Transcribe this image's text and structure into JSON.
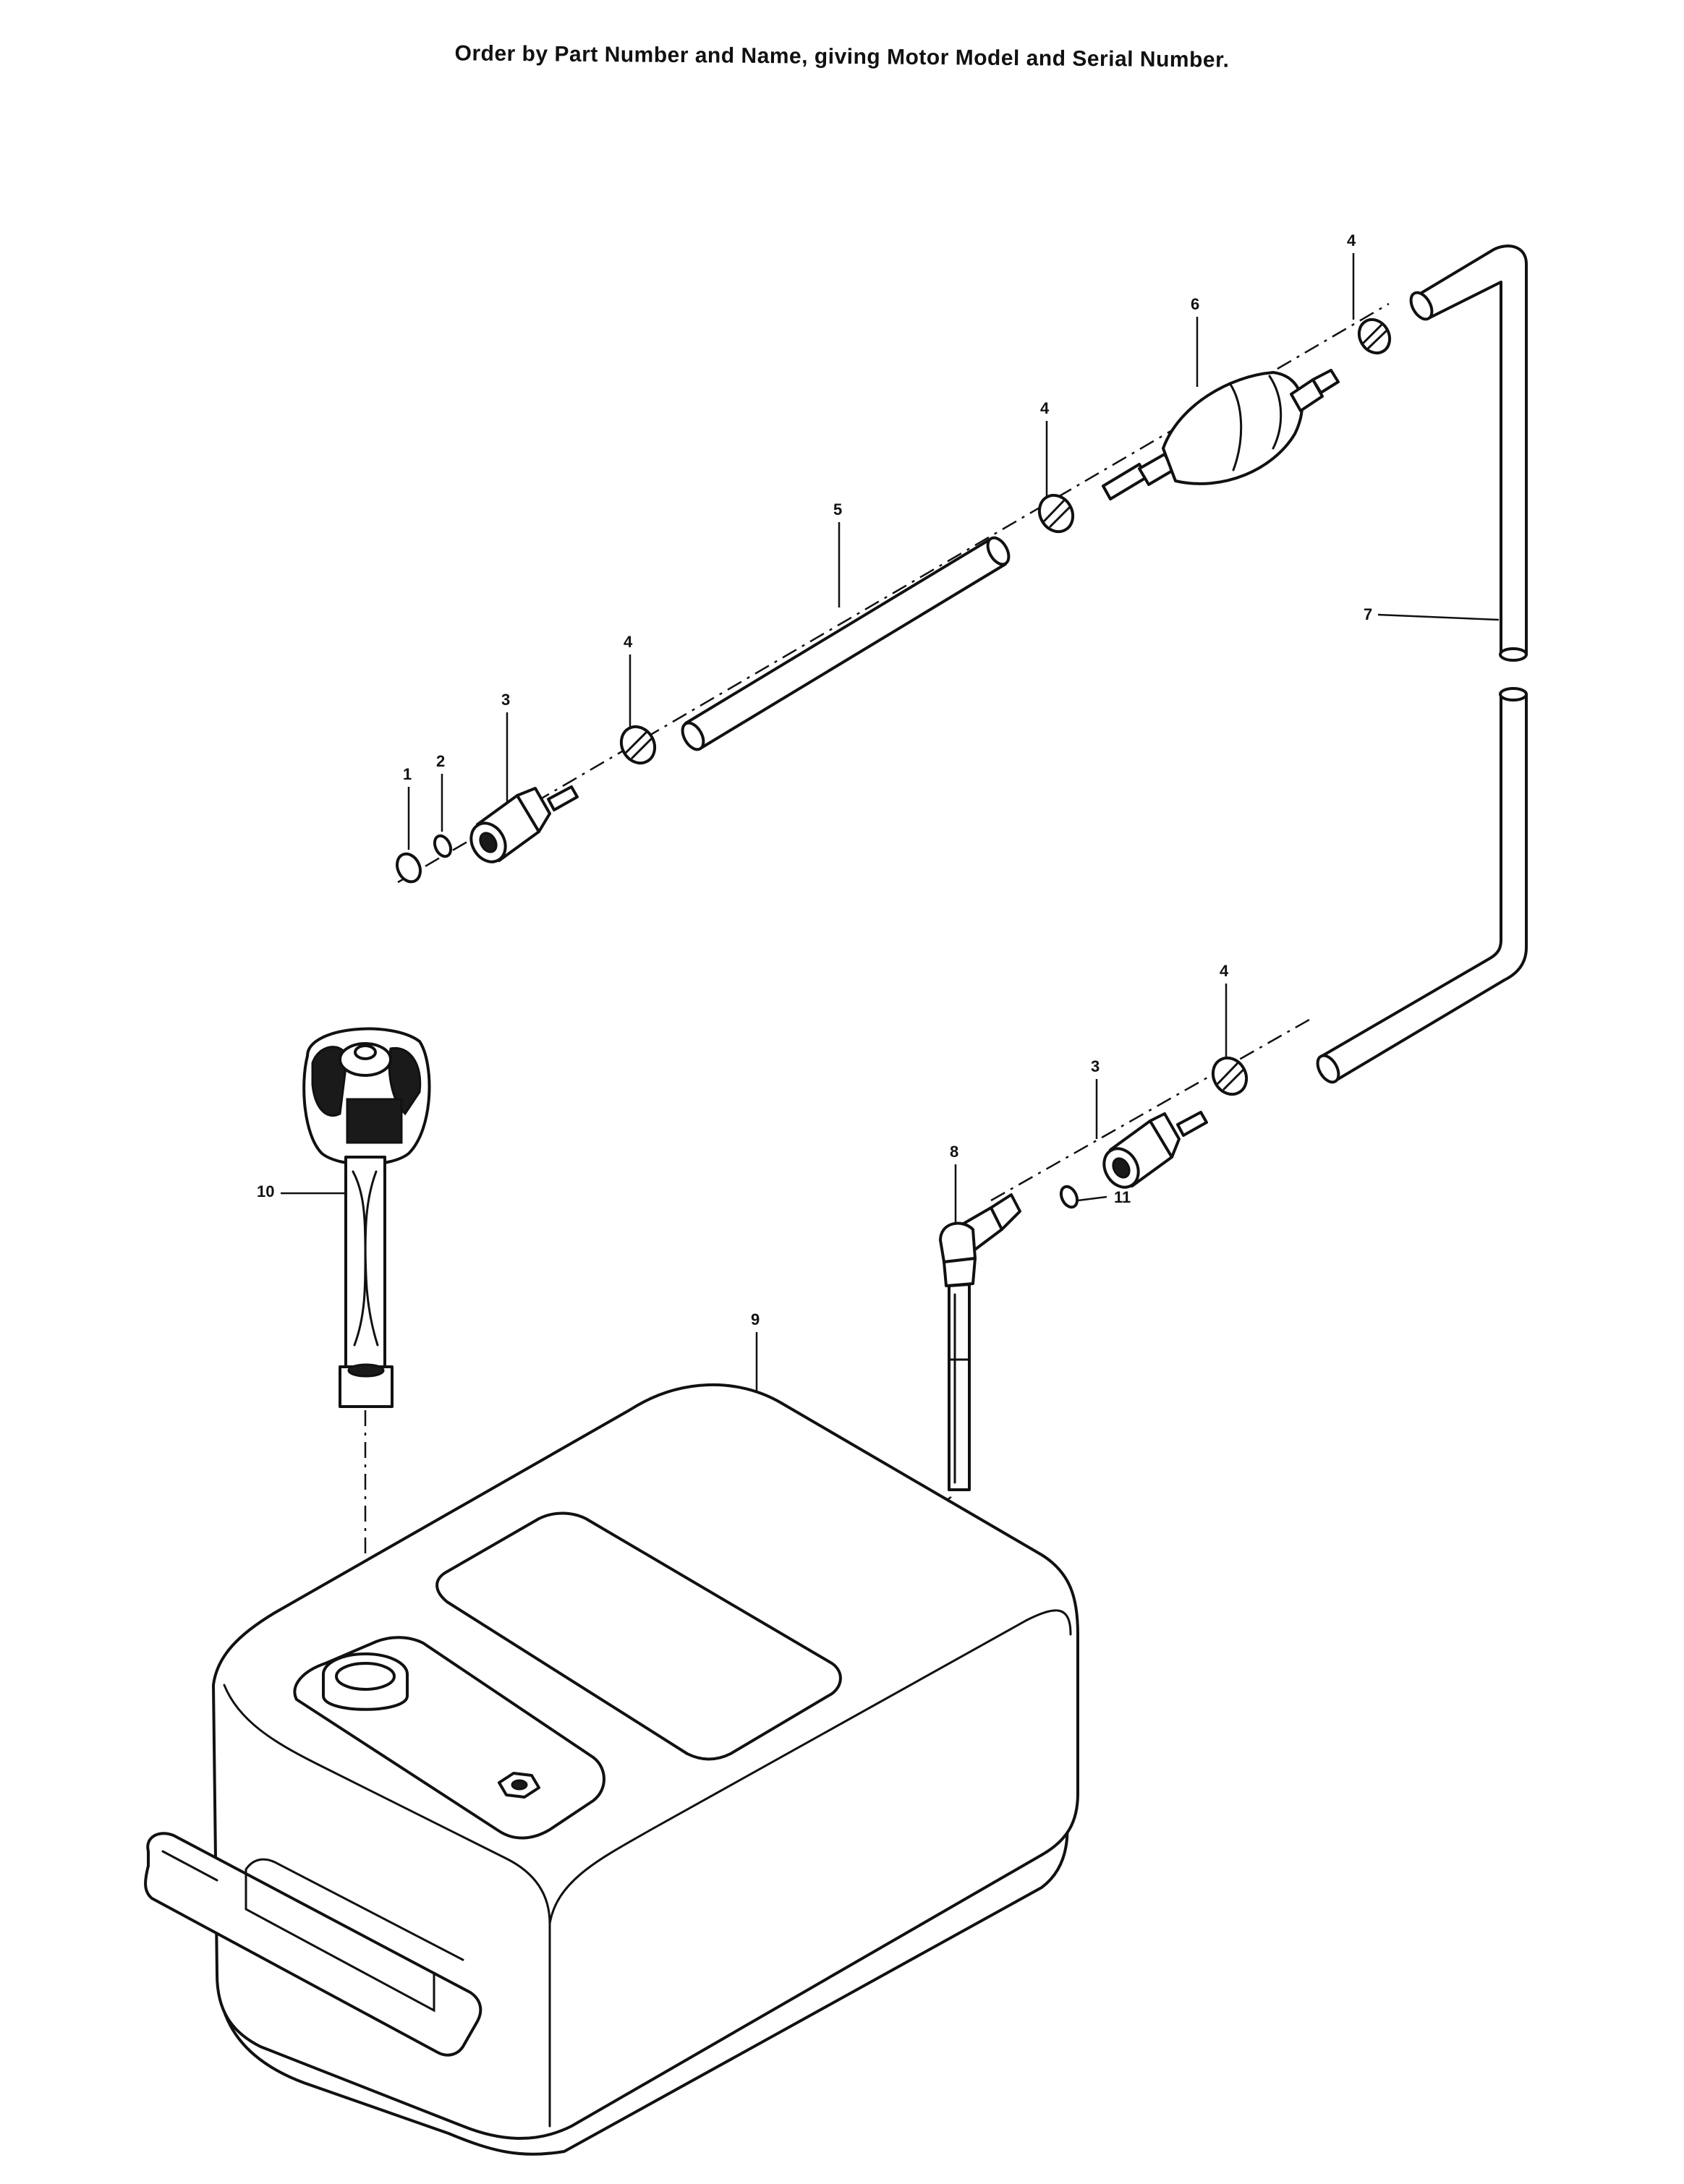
{
  "header": {
    "instruction": "Order by Part Number and Name, giving Motor Model and Serial Number."
  },
  "callouts": {
    "c1": "1",
    "c2": "2",
    "c3a": "3",
    "c3b": "3",
    "c4a": "4",
    "c4b": "4",
    "c4c": "4",
    "c4d": "4",
    "c5": "5",
    "c6": "6",
    "c7": "7",
    "c8": "8",
    "c9": "9",
    "c10": "10",
    "c11": "11"
  },
  "colors": {
    "ink": "#111111",
    "paper": "#ffffff"
  }
}
